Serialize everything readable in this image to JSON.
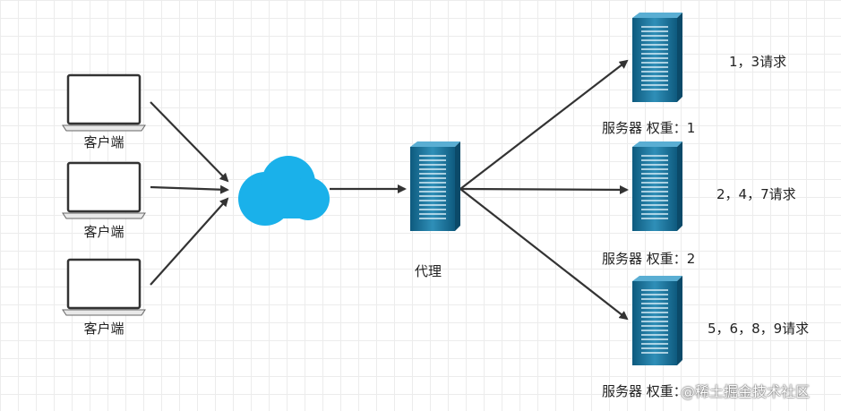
{
  "nodes": {
    "clients": [
      {
        "label": "客户端"
      },
      {
        "label": "客户端"
      },
      {
        "label": "客户端"
      }
    ],
    "proxy": {
      "label": "代理"
    },
    "servers": [
      {
        "label": "服务器 权重：1",
        "requests": "1，3请求"
      },
      {
        "label": "服务器 权重：2",
        "requests": "2，4，7请求"
      },
      {
        "label": "服务器 权重：",
        "requests": "5，6，8，9请求"
      }
    ]
  },
  "colors": {
    "server_dark": "#0e5a7e",
    "server_light": "#2f8fb8",
    "cloud": "#1ab1ea",
    "arrow": "#333333",
    "laptop_stroke": "#333333"
  },
  "watermark": "@稀土掘金技术社区"
}
